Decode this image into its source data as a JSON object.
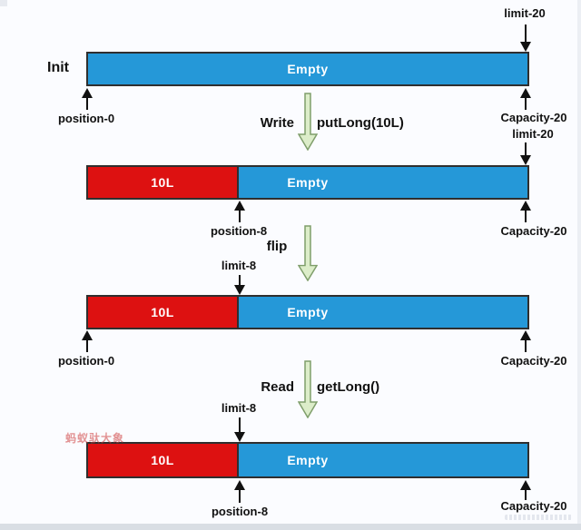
{
  "colors": {
    "blue": "#2598d8",
    "red": "#dd1111",
    "barBorder": "#2f2f2f",
    "greenFill": "#dcedc9",
    "greenStroke": "#7f9e6b",
    "text": "#111111"
  },
  "diagram": {
    "row1": {
      "title": "Init",
      "limit_top": "limit-20",
      "bar_label": "Empty",
      "position_bottom": "position-0",
      "capacity_bottom": "Capacity-20"
    },
    "step1": {
      "action": "Write",
      "code": "putLong(10L)"
    },
    "row2": {
      "limit_top": "limit-20",
      "red_label": "10L",
      "bar_label": "Empty",
      "position_bottom": "position-8",
      "capacity_bottom": "Capacity-20"
    },
    "step2": {
      "action": "flip"
    },
    "row3": {
      "limit_top": "limit-8",
      "red_label": "10L",
      "bar_label": "Empty",
      "position_bottom": "position-0",
      "capacity_bottom": "Capacity-20"
    },
    "step3": {
      "action": "Read",
      "code": "getLong()"
    },
    "row4": {
      "limit_top": "limit-8",
      "red_label": "10L",
      "bar_label": "Empty",
      "position_bottom": "position-8",
      "capacity_bottom": "Capacity-20"
    },
    "watermark": "蚂蚁驮大象"
  }
}
